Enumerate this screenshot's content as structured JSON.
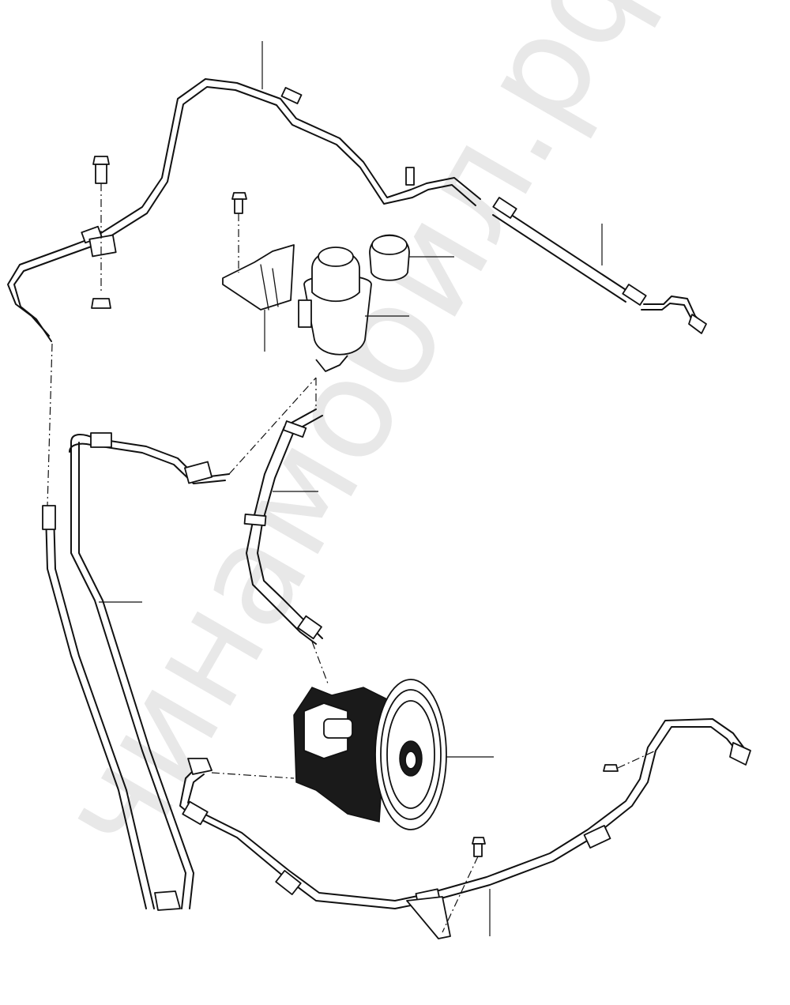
{
  "watermark": {
    "text": "чинамобил.рф",
    "color": "#e8e8e8"
  },
  "colors": {
    "line": "#111111",
    "background": "#ffffff"
  },
  "parts": [
    {
      "id": "pressure-line-upper",
      "label": ""
    },
    {
      "id": "reservoir-bracket",
      "label": ""
    },
    {
      "id": "reservoir-cap",
      "label": ""
    },
    {
      "id": "fluid-reservoir",
      "label": ""
    },
    {
      "id": "high-pressure-hose-right",
      "label": ""
    },
    {
      "id": "supply-hose",
      "label": ""
    },
    {
      "id": "return-line-left",
      "label": ""
    },
    {
      "id": "power-steering-pump",
      "label": ""
    },
    {
      "id": "pressure-hose-lower",
      "label": ""
    }
  ]
}
